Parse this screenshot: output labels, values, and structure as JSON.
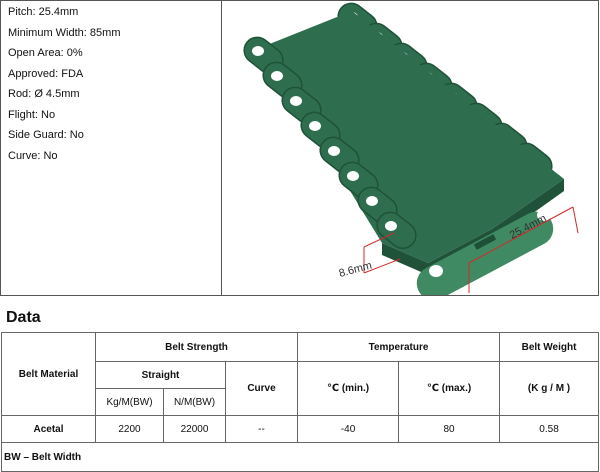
{
  "specs": [
    {
      "label": "Pitch",
      "sep": ":",
      "value": "25.4mm"
    },
    {
      "label": "Minimum Width",
      "sep": ":",
      "value": "85mm"
    },
    {
      "label": "Open Area",
      "sep": ":",
      "value": "0%"
    },
    {
      "label": "Approved",
      "sep": ":",
      "value": "FDA"
    },
    {
      "label": "Rod",
      "sep": ":",
      "value": "Ø 4.5mm"
    },
    {
      "label": "Flight",
      "sep": ":",
      "value": "No"
    },
    {
      "label": "Side Guard",
      "sep": ":",
      "value": "No"
    },
    {
      "label": "Curve",
      "sep": ":",
      "value": "No"
    }
  ],
  "figure": {
    "dim_pitch": "25.4mm",
    "dim_height": "8.6mm",
    "belt_color": "#2e6e4e",
    "dim_color": "#d42a2a"
  },
  "section_title": "Data",
  "table": {
    "h_material": "Belt Material",
    "h_strength": "Belt Strength",
    "h_temperature": "Temperature",
    "h_weight": "Belt Weight",
    "h_straight": "Straight",
    "h_curve": "Curve",
    "h_min": "℃  (min.)",
    "h_max": "℃  (max.)",
    "h_unit": "(K g / M )",
    "h_kgm": "Kg/M(BW)",
    "h_nm": "N/M(BW)",
    "row": {
      "material": "Acetal",
      "kgm": "2200",
      "nm": "22000",
      "curve": "--",
      "min": "-40",
      "max": "80",
      "weight": "0.58"
    },
    "footnote": "BW – Belt Width"
  }
}
